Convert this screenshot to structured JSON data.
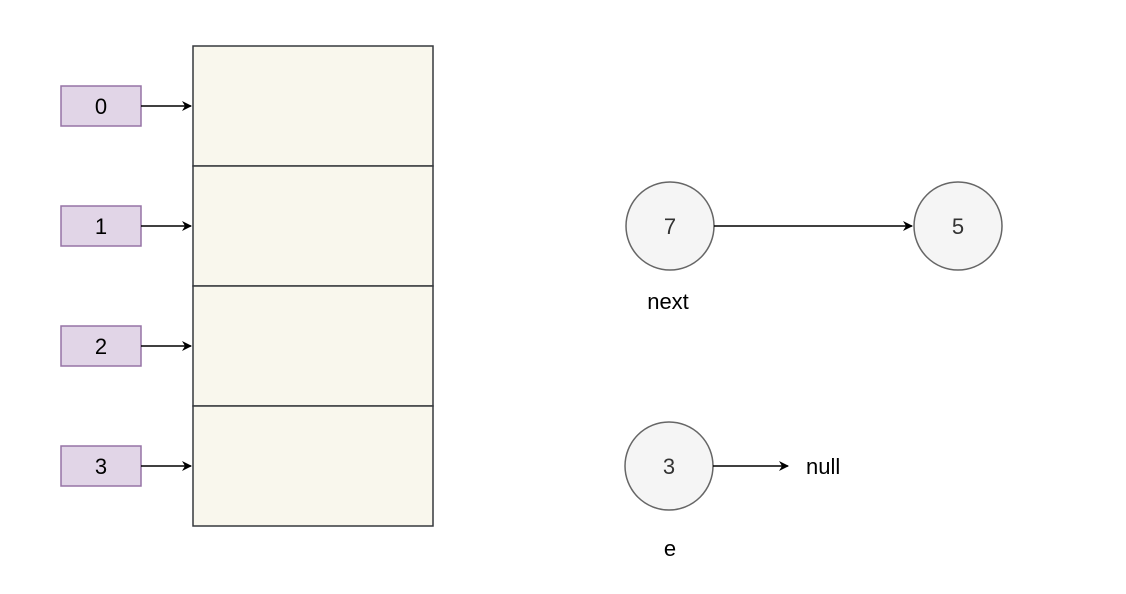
{
  "colors": {
    "index_fill": "#e1d5e7",
    "index_stroke": "#9673a6",
    "bucket_fill": "#f9f7ed",
    "bucket_stroke": "#36393d",
    "node_fill": "#f5f5f5",
    "node_stroke": "#666666",
    "edge": "#000000"
  },
  "array": {
    "indices": [
      "0",
      "1",
      "2",
      "3"
    ]
  },
  "nodes": {
    "n7": "7",
    "n5": "5",
    "n3": "3"
  },
  "labels": {
    "next": "next",
    "e": "e",
    "null": "null"
  }
}
